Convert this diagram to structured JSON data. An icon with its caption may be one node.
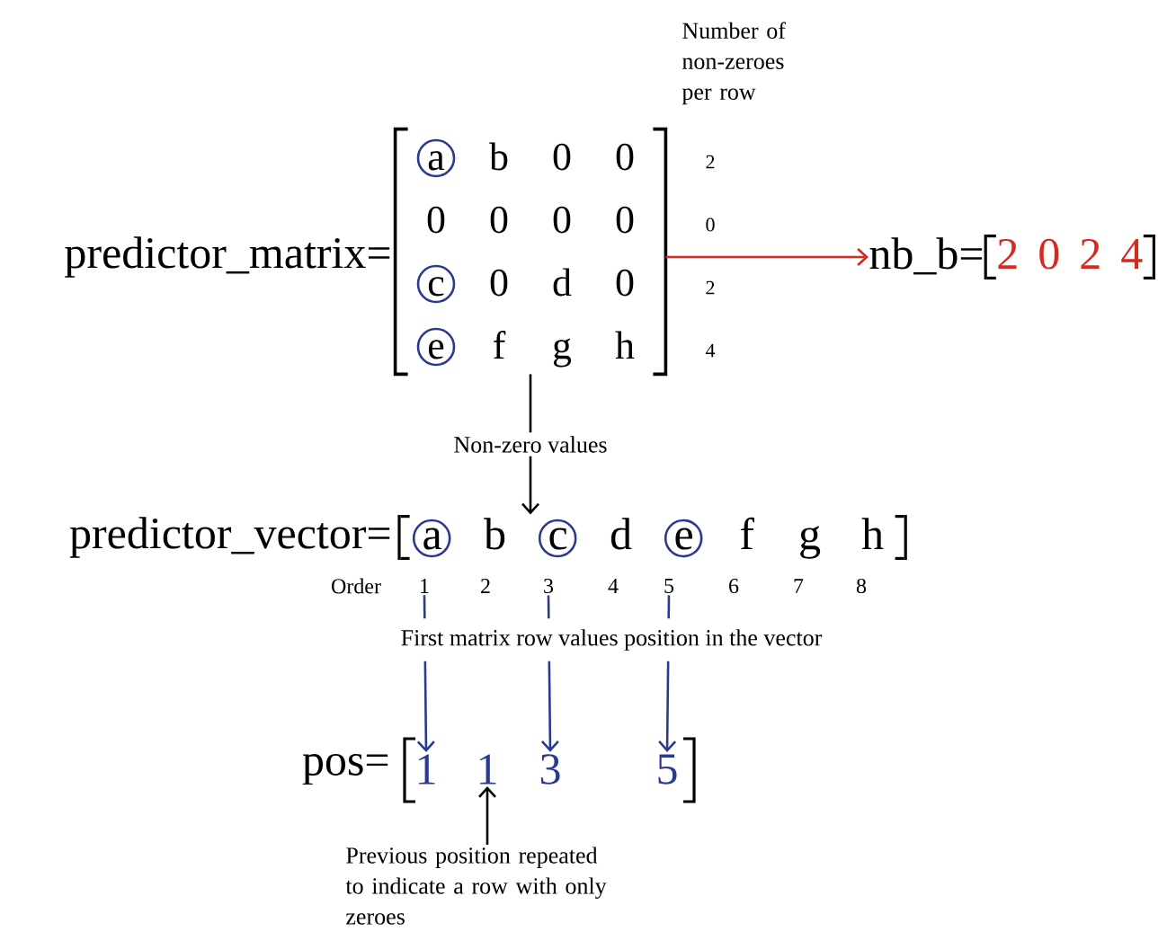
{
  "diagram": {
    "nodes": [
      {
        "text": [
          "a",
          "b",
          "0",
          "0",
          "0",
          "0",
          "0",
          "0",
          "c",
          "0",
          "d",
          "0",
          "e",
          "f",
          "g",
          "h"
        ],
        "beside": [
          "predictor_matrix="
        ]
      },
      {
        "text": [
          "nb_b=",
          "2",
          "0",
          "2",
          "4"
        ]
      },
      {
        "text": [
          "a",
          "b",
          "c",
          "d",
          "e",
          "f",
          "g",
          "h"
        ],
        "beside": [
          "predictor_vector="
        ]
      },
      {
        "text": [
          "1"
        ]
      },
      {
        "text": [
          "2"
        ]
      },
      {
        "text": [
          "3"
        ]
      },
      {
        "text": [
          "4"
        ]
      },
      {
        "text": [
          "5"
        ]
      },
      {
        "text": [
          "6"
        ]
      },
      {
        "text": [
          "7"
        ]
      },
      {
        "text": [
          "8"
        ]
      },
      {
        "text": [
          "1"
        ]
      },
      {
        "text": [
          "1"
        ]
      },
      {
        "text": [
          "3"
        ]
      },
      {
        "text": [
          "5"
        ]
      },
      {
        "text": [
          "Previous position repeated to indicate a row with only zeroes"
        ]
      }
    ],
    "edges": [
      {
        "from": 0,
        "to": 1,
        "arrow": "to",
        "color": "#d42a20"
      },
      {
        "from": 0,
        "to": 2,
        "arrow": "to",
        "label": "Non-zero values",
        "color": "#000000"
      },
      {
        "from": 3,
        "to": 11,
        "arrow": "to",
        "color": "#2b3a8f"
      },
      {
        "from": 5,
        "to": 13,
        "arrow": "to",
        "color": "#2b3a8f"
      },
      {
        "from": 7,
        "to": 14,
        "arrow": "to",
        "color": "#2b3a8f"
      },
      {
        "from": 15,
        "to": 12,
        "arrow": "to",
        "color": "#000000"
      }
    ],
    "labels": [
      "Number of non-zeroes per row",
      "2",
      "0",
      "2",
      "4",
      "Order",
      "First matrix row values position in the vector",
      "pos="
    ]
  }
}
